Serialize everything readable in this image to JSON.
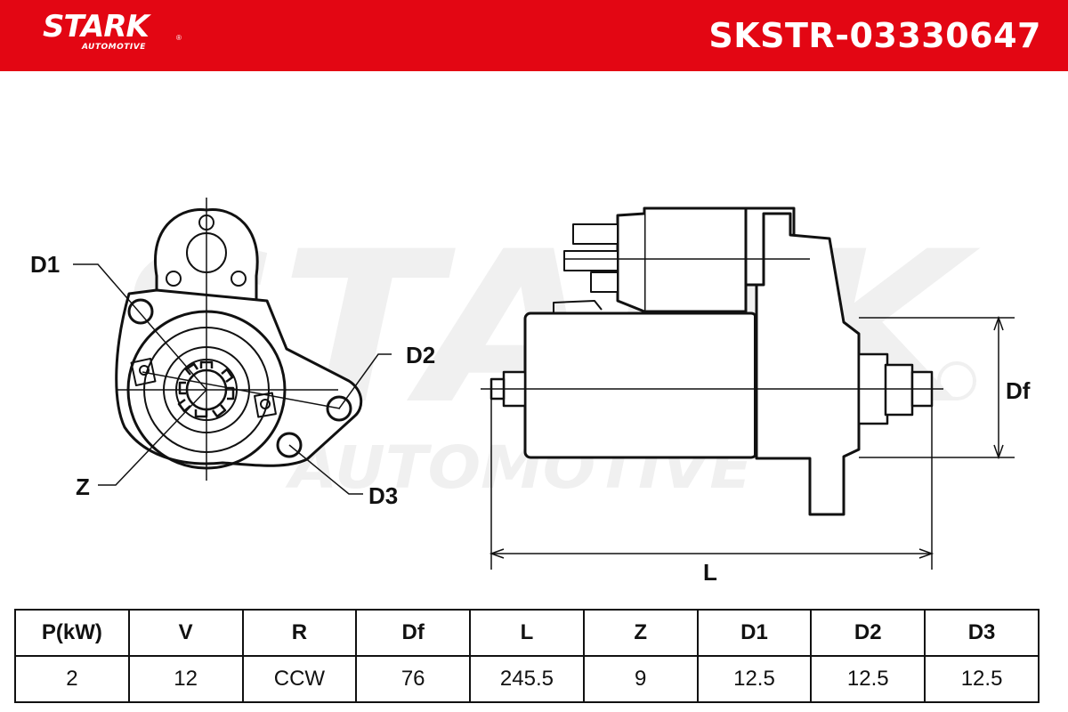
{
  "header": {
    "brand": "STARK",
    "brand_sub": "AUTOMOTIVE",
    "part_number": "SKSTR-03330647",
    "color": "#e30613"
  },
  "watermark": {
    "line1": "STARK",
    "line2": "AUTOMOTIVE"
  },
  "diagram": {
    "labels": {
      "d1": "D1",
      "d2": "D2",
      "d3": "D3",
      "z": "Z",
      "df": "Df",
      "l": "L"
    }
  },
  "specs": {
    "headers": [
      "P(kW)",
      "V",
      "R",
      "Df",
      "L",
      "Z",
      "D1",
      "D2",
      "D3"
    ],
    "values": [
      "2",
      "12",
      "CCW",
      "76",
      "245.5",
      "9",
      "12.5",
      "12.5",
      "12.5"
    ]
  }
}
